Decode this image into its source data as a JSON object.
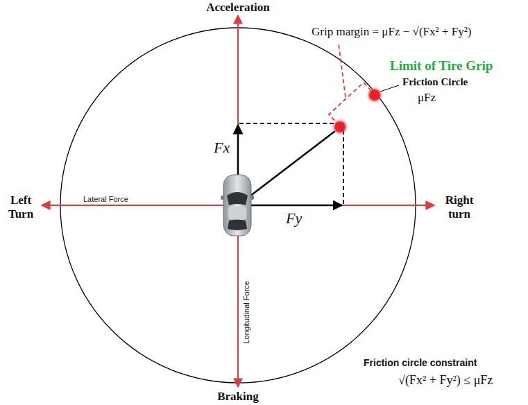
{
  "diagram": {
    "labels": [
      "Acceleration",
      "Grip margin = μFz − √(Fx² + Fy²)",
      "Limit of Tire Grip",
      "Friction Circle",
      "μFz",
      "Fx",
      "Left Turn",
      "Lateral Force",
      "Fy",
      "Right turn",
      "Longitudinal Force",
      "Friction circle constraint",
      "√(Fx² + Fy²) ≤ μFz",
      "Braking"
    ]
  }
}
